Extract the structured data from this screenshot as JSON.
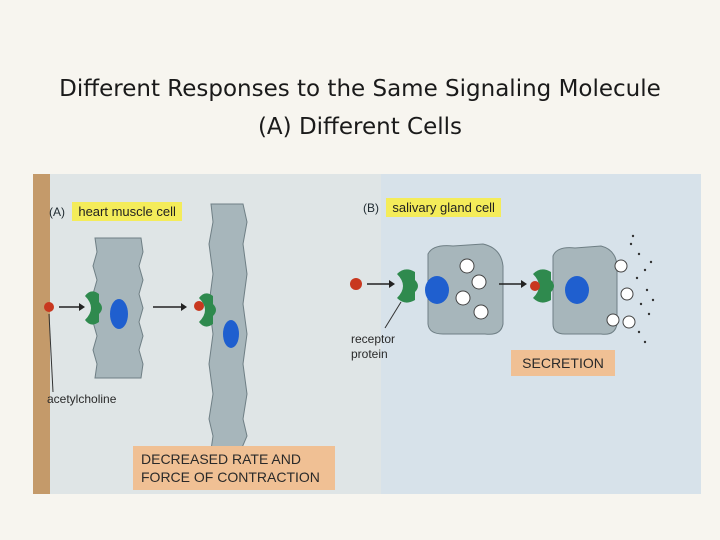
{
  "title": {
    "line1": "Different Responses to the Same Signaling Molecule",
    "line2": "(A) Different Cells"
  },
  "figure": {
    "panel_a": {
      "tag": "(A)",
      "title": "heart muscle cell",
      "molecule_label": "acetylcholine",
      "response": {
        "line1": "DECREASED RATE AND",
        "line2": "FORCE OF CONTRACTION"
      }
    },
    "panel_b": {
      "tag": "(B)",
      "title": "salivary gland cell",
      "receptor_label": {
        "line1": "receptor",
        "line2": "protein"
      },
      "response": "SECRETION"
    }
  },
  "colors": {
    "cell": "#a7b6bb",
    "receptor": "#2f8a4e",
    "nucleus": "#1f5fcf",
    "molecule": "#c8381f",
    "highlight": "#f4ec5a",
    "response_box": "#f0c094"
  }
}
